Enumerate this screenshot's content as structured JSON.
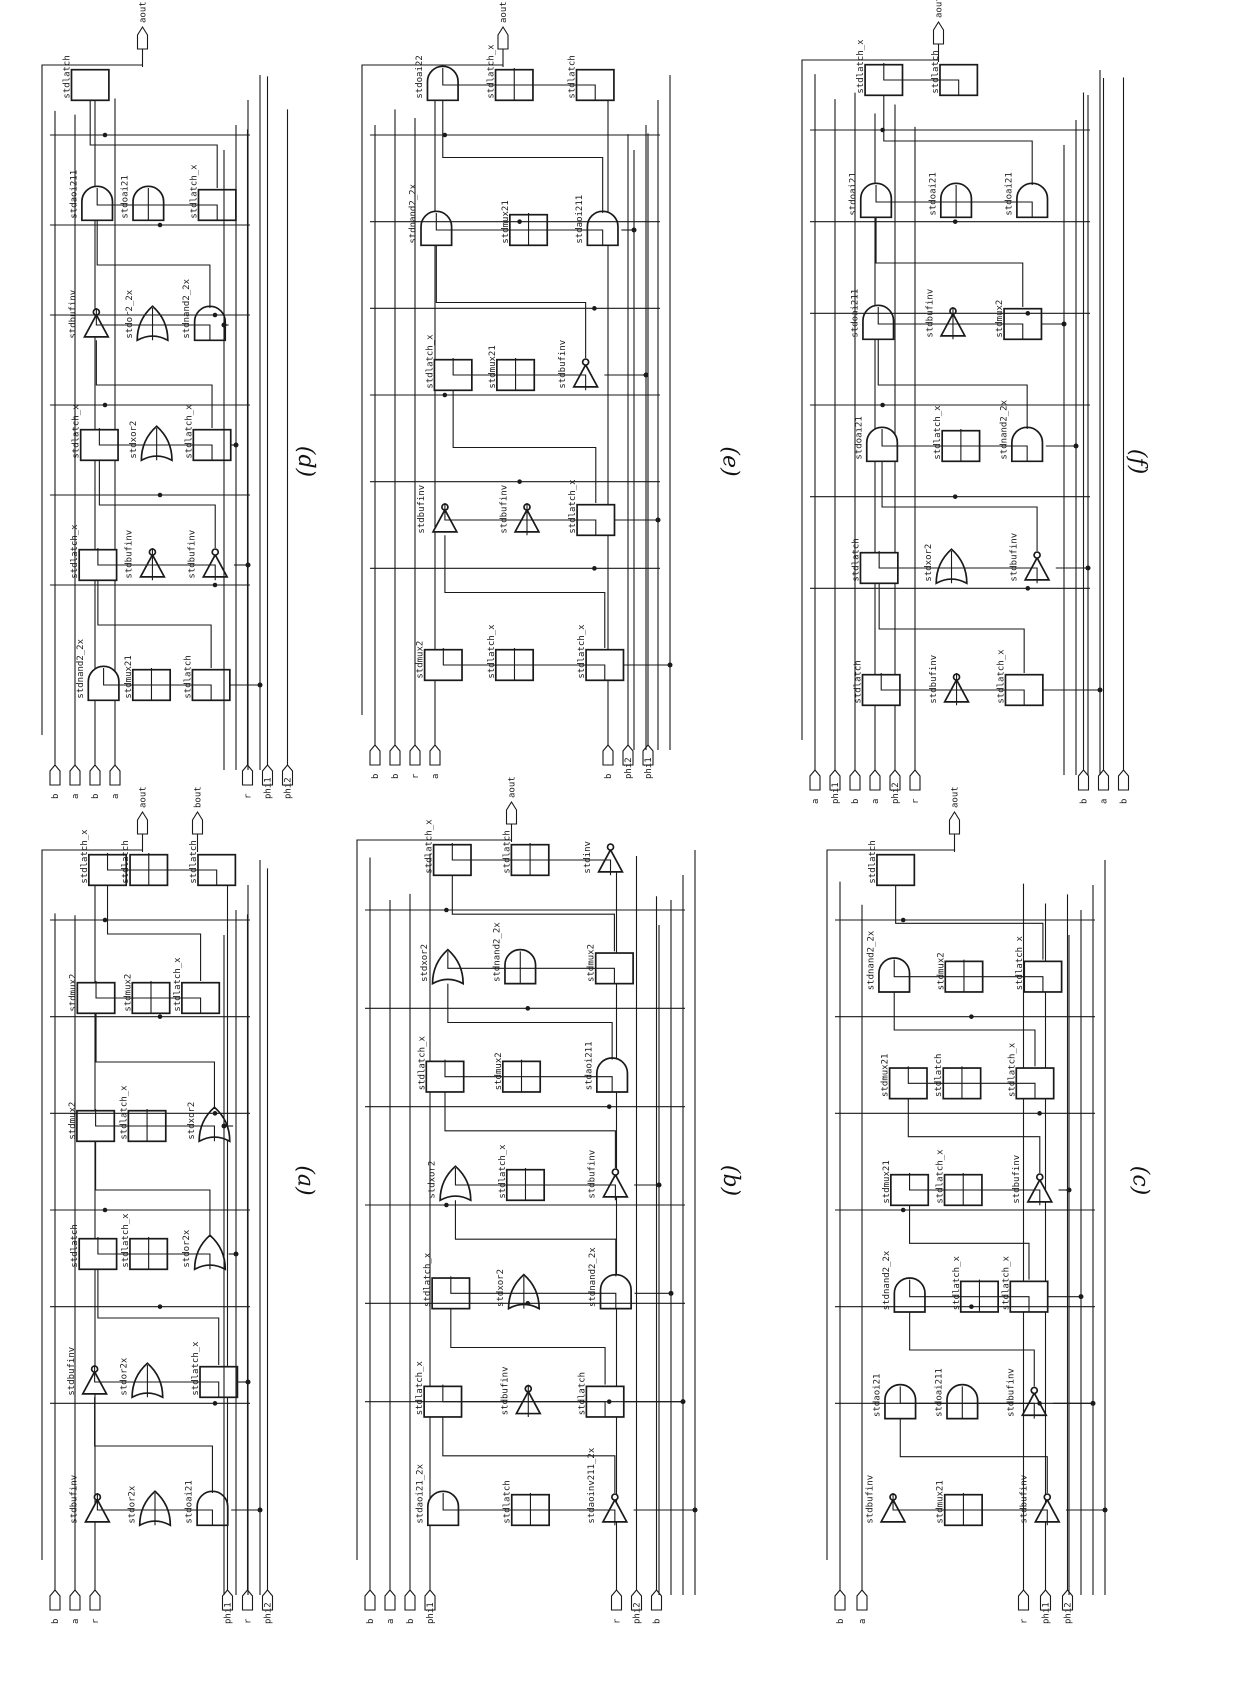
{
  "panels": [
    {
      "caption": "(a)",
      "inputs": [
        "b",
        "a",
        "r",
        "phi1",
        "r",
        "phi2"
      ],
      "outputs": [
        "aout",
        "bout"
      ],
      "cells": [
        "stdbufinv",
        "stdor2x",
        "stdoai21",
        "stdbufinv",
        "stdor2x",
        "stdlatch_x",
        "stdlatch",
        "stdlatch_x",
        "stdor2x",
        "stdmux2",
        "stdlatch_x",
        "stdxor2",
        "stdmux2",
        "stdmux2",
        "stdlatch_x",
        "stdlatch_x",
        "stdlatch",
        "stdlatch"
      ]
    },
    {
      "caption": "(b)",
      "inputs": [
        "b",
        "a",
        "b",
        "phi1",
        "r",
        "phi2",
        "b"
      ],
      "outputs": [
        "aout"
      ],
      "cells": [
        "stdaoi21_2x",
        "stdlatch",
        "stdaoinv211_2x",
        "stdlatch_x",
        "stdbufinv",
        "stdlatch",
        "stdlatch_x",
        "stdxor2",
        "stdnand2_2x",
        "stdxor2",
        "stdlatch_x",
        "stdbufinv",
        "stdlatch_x",
        "stdmux2",
        "stdaoi211",
        "stdxor2",
        "stdnand2_2x",
        "stdmux2",
        "stdlatch_x",
        "stdlatch",
        "stdinv"
      ]
    },
    {
      "caption": "(c)",
      "inputs": [
        "b",
        "a",
        "r",
        "phi1",
        "phi2"
      ],
      "outputs": [
        "aout"
      ],
      "cells": [
        "stdbufinv",
        "stdmux21",
        "stdbufinv",
        "stdaoi21",
        "stdoai211",
        "stdbufinv",
        "stdnand2_2x",
        "stdlatch_x",
        "stdlatch_x",
        "stdmux21",
        "stdlatch_x",
        "stdbufinv",
        "stdmux21",
        "stdlatch",
        "stdlatch_x",
        "stdnand2_2x",
        "stdmux2",
        "stdlatch_x",
        "stdlatch"
      ]
    },
    {
      "caption": "(d)",
      "inputs": [
        "b",
        "a",
        "b",
        "a",
        "r",
        "phi1",
        "phi2"
      ],
      "outputs": [
        "aout"
      ],
      "cells": [
        "stdnand2_2x",
        "stdmux21",
        "stdlatch",
        "stdlatch_x",
        "stdbufinv",
        "stdbufinv",
        "stdlatch_x",
        "stdxor2",
        "stdlatch_x",
        "stdbufinv",
        "stdor2_2x",
        "stdnand2_2x",
        "stdaoi211",
        "stdoai21",
        "stdlatch_x",
        "stdlatch"
      ]
    },
    {
      "caption": "(e)",
      "inputs": [
        "b",
        "b",
        "r",
        "a",
        "b",
        "phi2",
        "phi1"
      ],
      "outputs": [
        "aout"
      ],
      "cells": [
        "stdmux2",
        "stdlatch_x",
        "stdlatch_x",
        "stdbufinv",
        "stdbufinv",
        "stdlatch_x",
        "stdlatch_x",
        "stdmux21",
        "stdbufinv",
        "stdnand2_2x",
        "stdmux21",
        "stdaoi211",
        "stdoai22",
        "stdlatch_x",
        "stdlatch"
      ]
    },
    {
      "caption": "(f)",
      "inputs": [
        "a",
        "phi1",
        "b",
        "a",
        "phi2",
        "r",
        "b",
        "a",
        "b"
      ],
      "outputs": [
        "aout"
      ],
      "cells": [
        "stdlatch",
        "stdbufinv",
        "stdlatch_x",
        "stdlatch",
        "stdxor2",
        "stdbufinv",
        "stdoai21",
        "stdlatch_x",
        "stdnand2_2x",
        "stdoai211",
        "stdbufinv",
        "stdmux2",
        "stdoai21",
        "stdoai21",
        "stdoai21",
        "stdlatch_x",
        "stdlatch"
      ]
    }
  ]
}
